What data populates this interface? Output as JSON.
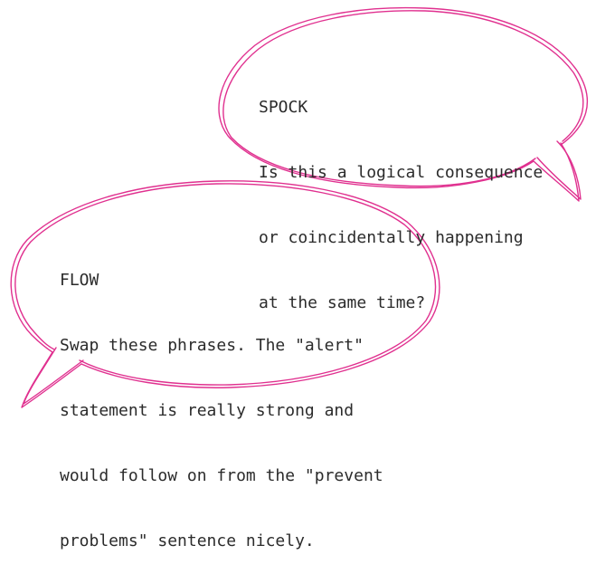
{
  "stroke_color": "#e0308f",
  "text_color": "#2b2b2b",
  "bubbles": [
    {
      "speaker": "SPOCK",
      "lines": [
        "Is this a logical consequence",
        "or coincidentally happening",
        "at the same time?"
      ]
    },
    {
      "speaker": "FLOW",
      "lines": [
        "Swap these phrases. The \"alert\"",
        "statement is really strong and",
        "would follow on from the \"prevent",
        "problems\" sentence nicely."
      ]
    }
  ]
}
